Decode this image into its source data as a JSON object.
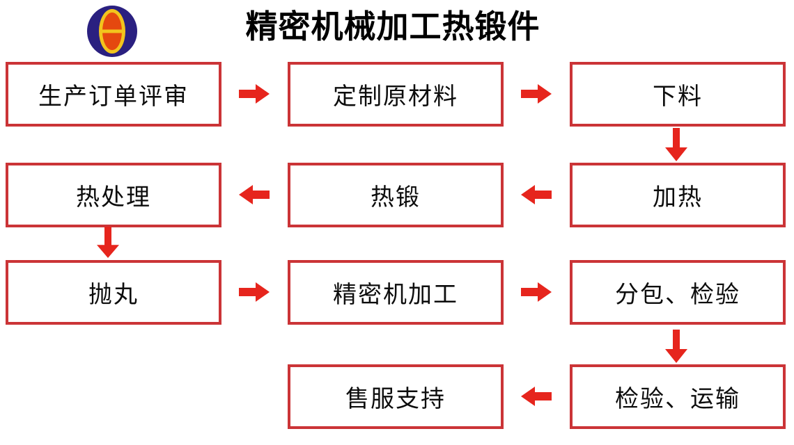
{
  "page": {
    "title": "精密机械加工热锻件",
    "background_color": "#ffffff"
  },
  "logo": {
    "description": "navy oval badge with yellow-ringed orange vertical ellipse and yellow crossbar (theta shape)",
    "outer_color": "#2a2080",
    "ring_color": "#f2c41d",
    "core_color": "#e5480f"
  },
  "colors": {
    "node_border": "#cb3437",
    "arrow": "#e6251d",
    "node_text": "#0d0d0d",
    "title_text": "#000000"
  },
  "flow": {
    "nodes": [
      {
        "label": "生产订单评审"
      },
      {
        "label": "定制原材料"
      },
      {
        "label": "下料"
      },
      {
        "label": "热处理"
      },
      {
        "label": "热锻"
      },
      {
        "label": "加热"
      },
      {
        "label": "抛丸"
      },
      {
        "label": "精密机加工"
      },
      {
        "label": "分包、检验"
      },
      {
        "label": "售服支持"
      },
      {
        "label": "检验、运输"
      }
    ],
    "edges": [
      {
        "from": "生产订单评审",
        "to": "定制原材料",
        "direction": "right"
      },
      {
        "from": "定制原材料",
        "to": "下料",
        "direction": "right"
      },
      {
        "from": "下料",
        "to": "加热",
        "direction": "down"
      },
      {
        "from": "加热",
        "to": "热锻",
        "direction": "left"
      },
      {
        "from": "热锻",
        "to": "热处理",
        "direction": "left"
      },
      {
        "from": "热处理",
        "to": "抛丸",
        "direction": "down"
      },
      {
        "from": "抛丸",
        "to": "精密机加工",
        "direction": "right"
      },
      {
        "from": "精密机加工",
        "to": "分包、检验",
        "direction": "right"
      },
      {
        "from": "分包、检验",
        "to": "检验、运输",
        "direction": "down"
      },
      {
        "from": "检验、运输",
        "to": "售服支持",
        "direction": "left"
      }
    ]
  }
}
